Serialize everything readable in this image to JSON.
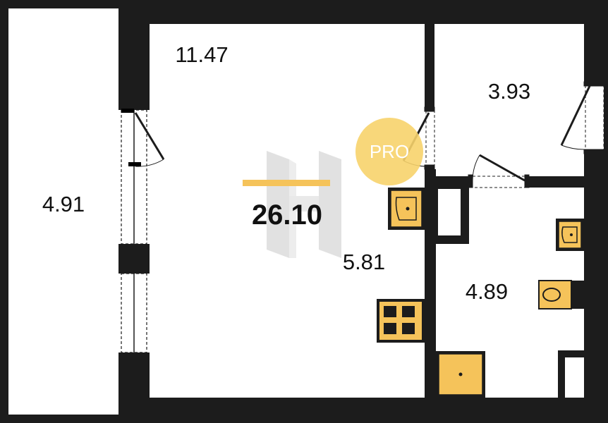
{
  "plan": {
    "total_area": "26.10",
    "rooms": {
      "main_room": "11.47",
      "balcony": "4.91",
      "kitchen": "5.81",
      "hallway": "3.93",
      "bathroom": "4.89"
    }
  },
  "watermark": {
    "badge_text": "PRO",
    "logo_icon": "h-logo-icon"
  },
  "colors": {
    "wall": "#1c1c1c",
    "fixture_fill": "#f5c35a",
    "badge": "#f7d36c",
    "accent_bar": "#f5c35a",
    "logo": "#c9c9c9"
  }
}
